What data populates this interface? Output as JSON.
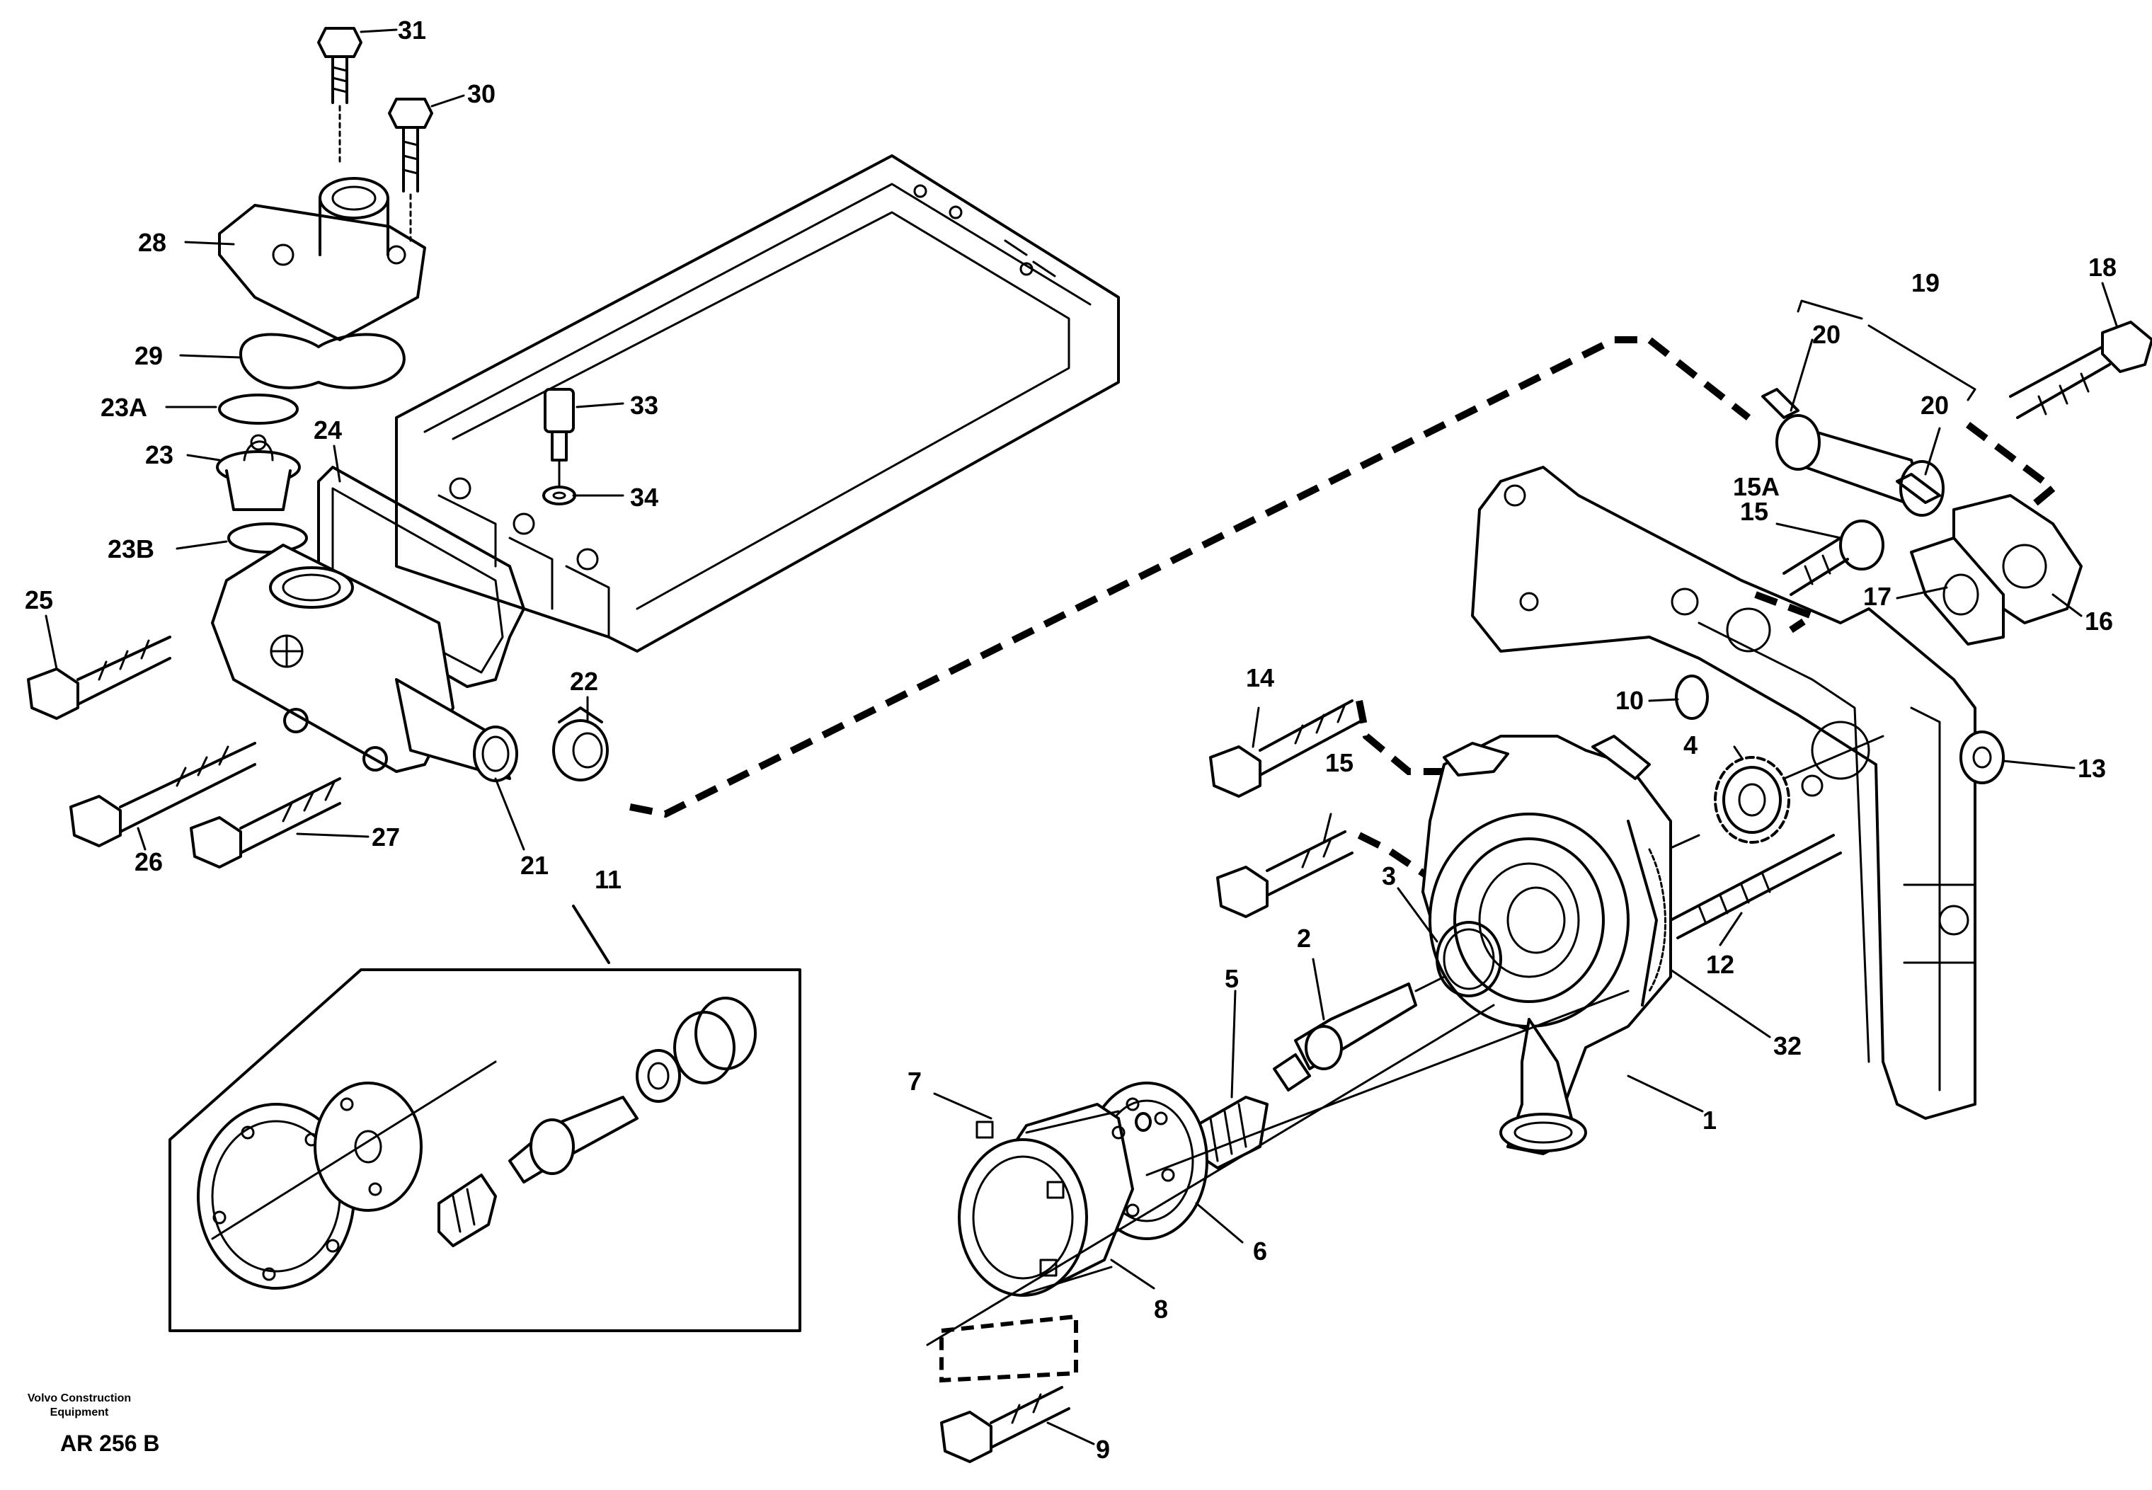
{
  "diagram": {
    "brand_line1": "Volvo Construction",
    "brand_line2": "Equipment",
    "drawing_ref": "AR 256 B",
    "callouts": {
      "c1": "1",
      "c2": "2",
      "c3": "3",
      "c4": "4",
      "c5": "5",
      "c6": "6",
      "c7": "7",
      "c8": "8",
      "c9": "9",
      "c10": "10",
      "c11": "11",
      "c12": "12",
      "c13": "13",
      "c14": "14",
      "c15": "15",
      "c15b": "15",
      "c15a": "15A",
      "c16": "16",
      "c17": "17",
      "c18": "18",
      "c19": "19",
      "c20": "20",
      "c20b": "20",
      "c21": "21",
      "c22": "22",
      "c23": "23",
      "c23a": "23A",
      "c23b": "23B",
      "c24": "24",
      "c25": "25",
      "c26": "26",
      "c27": "27",
      "c28": "28",
      "c29": "29",
      "c30": "30",
      "c31": "31",
      "c32": "32",
      "c33": "33",
      "c34": "34"
    }
  }
}
